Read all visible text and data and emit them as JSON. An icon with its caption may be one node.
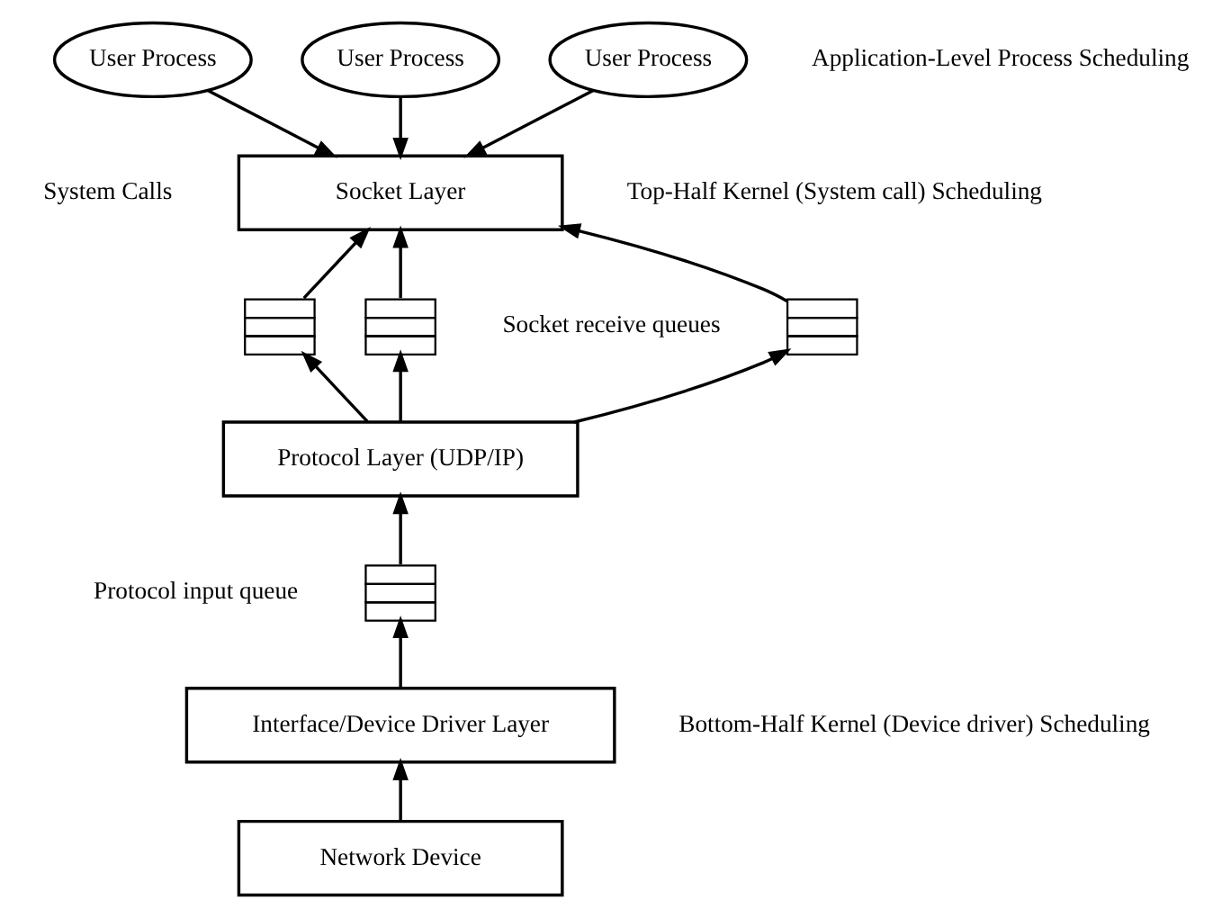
{
  "diagram": {
    "nodes": [
      {
        "text": [
          "User Process"
        ]
      },
      {
        "text": [
          "User Process"
        ]
      },
      {
        "text": [
          "User Process"
        ]
      },
      {
        "text": [
          "Socket Layer"
        ]
      },
      {
        "text": [],
        "shape": "box"
      },
      {
        "text": [],
        "shape": "box"
      },
      {
        "text": [],
        "shape": "box"
      },
      {
        "text": [
          "Protocol Layer (UDP/IP)"
        ]
      },
      {
        "text": [],
        "shape": "box"
      },
      {
        "text": [
          "Interface/Device Driver Layer"
        ]
      },
      {
        "text": [
          "Network Device"
        ]
      }
    ],
    "edges": [
      {
        "from": 0,
        "to": 3,
        "arrow": "to"
      },
      {
        "from": 1,
        "to": 3,
        "arrow": "to"
      },
      {
        "from": 2,
        "to": 3,
        "arrow": "to"
      },
      {
        "from": 4,
        "to": 3,
        "arrow": "to"
      },
      {
        "from": 5,
        "to": 3,
        "arrow": "to"
      },
      {
        "from": 6,
        "to": 3,
        "arrow": "to"
      },
      {
        "from": 7,
        "to": 4,
        "arrow": "to"
      },
      {
        "from": 7,
        "to": 5,
        "arrow": "to"
      },
      {
        "from": 7,
        "to": 6,
        "arrow": "to"
      },
      {
        "from": 8,
        "to": 7,
        "arrow": "to"
      },
      {
        "from": 9,
        "to": 8,
        "arrow": "to"
      },
      {
        "from": 10,
        "to": 9,
        "arrow": "to"
      }
    ],
    "labels": [
      "Application-Level Process Scheduling",
      "System Calls",
      "Top-Half Kernel (System call) Scheduling",
      "Socket receive queues",
      "Protocol input queue",
      "Bottom-Half Kernel (Device driver) Scheduling"
    ]
  }
}
